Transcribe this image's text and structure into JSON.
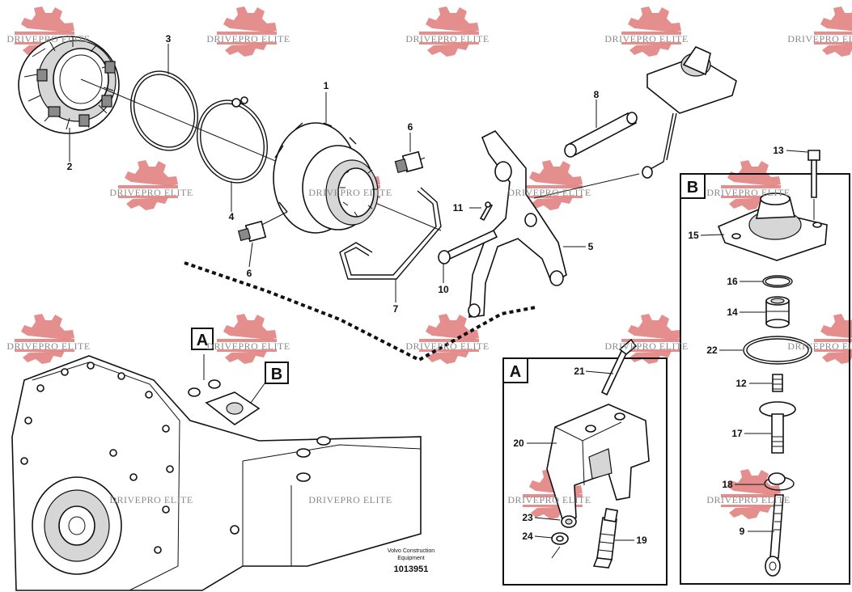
{
  "watermark": {
    "text": "DRIVEPRO ELITE",
    "color": "#e07a7a"
  },
  "callouts": {
    "c1": "1",
    "c2": "2",
    "c3": "3",
    "c4": "4",
    "c5": "5",
    "c6a": "6",
    "c6b": "6",
    "c7": "7",
    "c8": "8",
    "c9": "9",
    "c10": "10",
    "c11": "11",
    "c12": "12",
    "c13": "13",
    "c14": "14",
    "c15": "15",
    "c16": "16",
    "c17": "17",
    "c18": "18",
    "c19": "19",
    "c20": "20",
    "c21": "21",
    "c22": "22",
    "c23": "23",
    "c24": "24"
  },
  "detail_boxes": {
    "a": "A",
    "b": "B"
  },
  "locator_labels": {
    "a": "A",
    "b": "B"
  },
  "caption": {
    "line1": "Volvo Construction",
    "line2": "Equipment"
  },
  "document_number": "1013951"
}
